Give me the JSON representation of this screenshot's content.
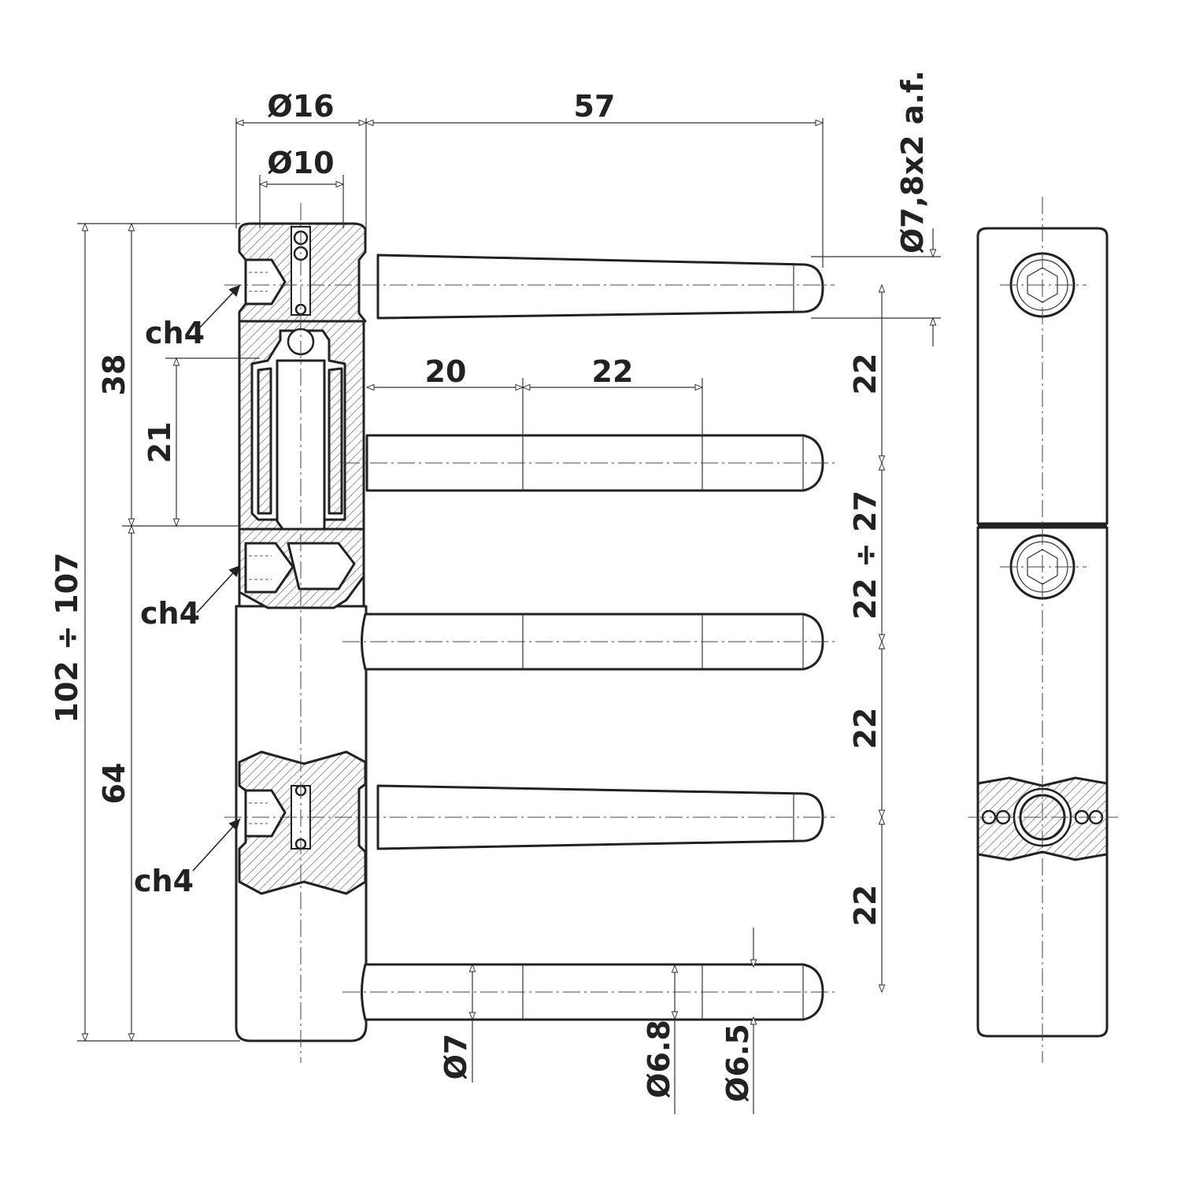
{
  "drawing": {
    "labels": {
      "dia16": "Ø16",
      "len57": "57",
      "dia10": "Ø10",
      "dia78": "Ø7,8x2 a.f.",
      "ch4_top": "ch4",
      "ch4_mid": "ch4",
      "ch4_low": "ch4",
      "h38": "38",
      "h21": "21",
      "h102": "102 ÷ 107",
      "h64": "64",
      "w20": "20",
      "w22": "22",
      "r22_a": "22",
      "r22_27": "22 ÷ 27",
      "r22_b": "22",
      "r22_c": "22",
      "dia7": "Ø7",
      "dia68": "Ø6.8",
      "dia65": "Ø6.5"
    },
    "colors": {
      "line": "#222222",
      "background": "#ffffff"
    },
    "views": [
      "front-section-view",
      "side-view"
    ]
  }
}
